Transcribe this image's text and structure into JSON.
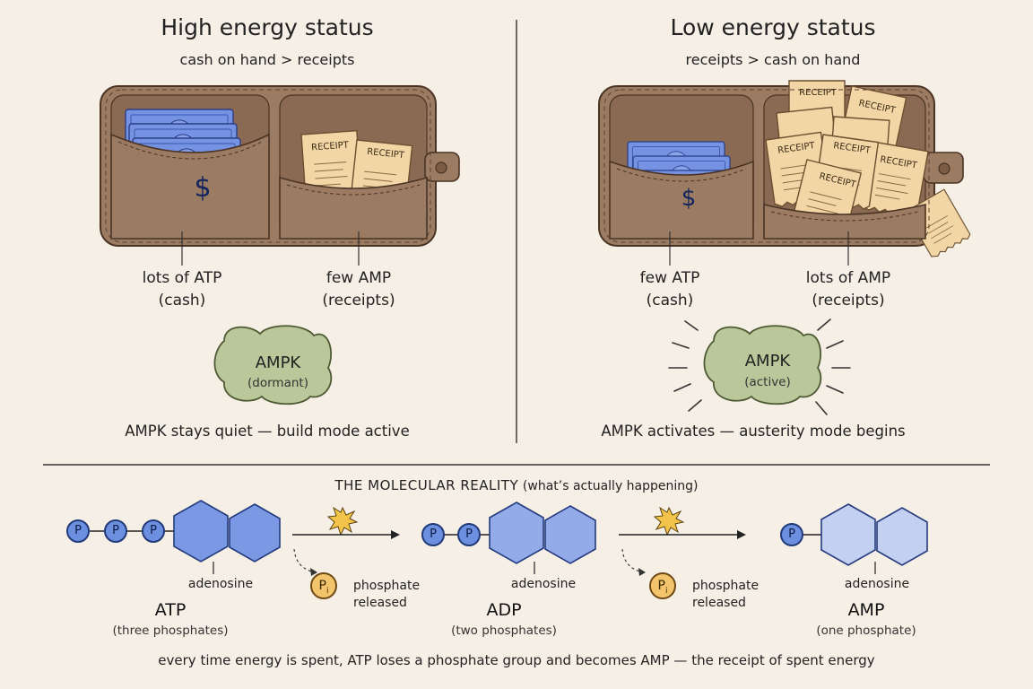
{
  "high": {
    "title": "High energy status",
    "subtitle": "cash on hand > receipts",
    "left_label": [
      "lots of ATP",
      "(cash)"
    ],
    "right_label": [
      "few AMP",
      "(receipts)"
    ],
    "ampk_name": "AMPK",
    "ampk_state": "(dormant)",
    "caption": "AMPK stays quiet — build mode active"
  },
  "low": {
    "title": "Low energy status",
    "subtitle": "receipts > cash on hand",
    "left_label": [
      "few ATP",
      "(cash)"
    ],
    "right_label": [
      "lots of AMP",
      "(receipts)"
    ],
    "ampk_name": "AMPK",
    "ampk_state": "(active)",
    "caption": "AMPK activates — austerity mode begins"
  },
  "receipt_text": "RECEIPT",
  "dollar": "$",
  "molecular": {
    "heading_main": "THE MOLECULAR REALITY",
    "heading_note": "(what’s actually happening)",
    "phosphate": "P",
    "pi": "P",
    "pi_sub": "i",
    "adenosine": "adenosine",
    "released": [
      "phosphate",
      "released"
    ],
    "molecules": [
      {
        "name": "ATP",
        "sub": "(three phosphates)"
      },
      {
        "name": "ADP",
        "sub": "(two phosphates)"
      },
      {
        "name": "AMP",
        "sub": "(one phosphate)"
      }
    ],
    "footer": "every time energy is spent, ATP loses a phosphate group and becomes AMP — the receipt of spent energy"
  },
  "colors": {
    "background": "#f6efe6",
    "wallet": "#9b7b62",
    "cash": "#6f8fe0",
    "receipt": "#f2d6a6",
    "ampk": "#b9c79a",
    "phosphate": "#6d8fe0",
    "pi": "#f2c46b"
  }
}
